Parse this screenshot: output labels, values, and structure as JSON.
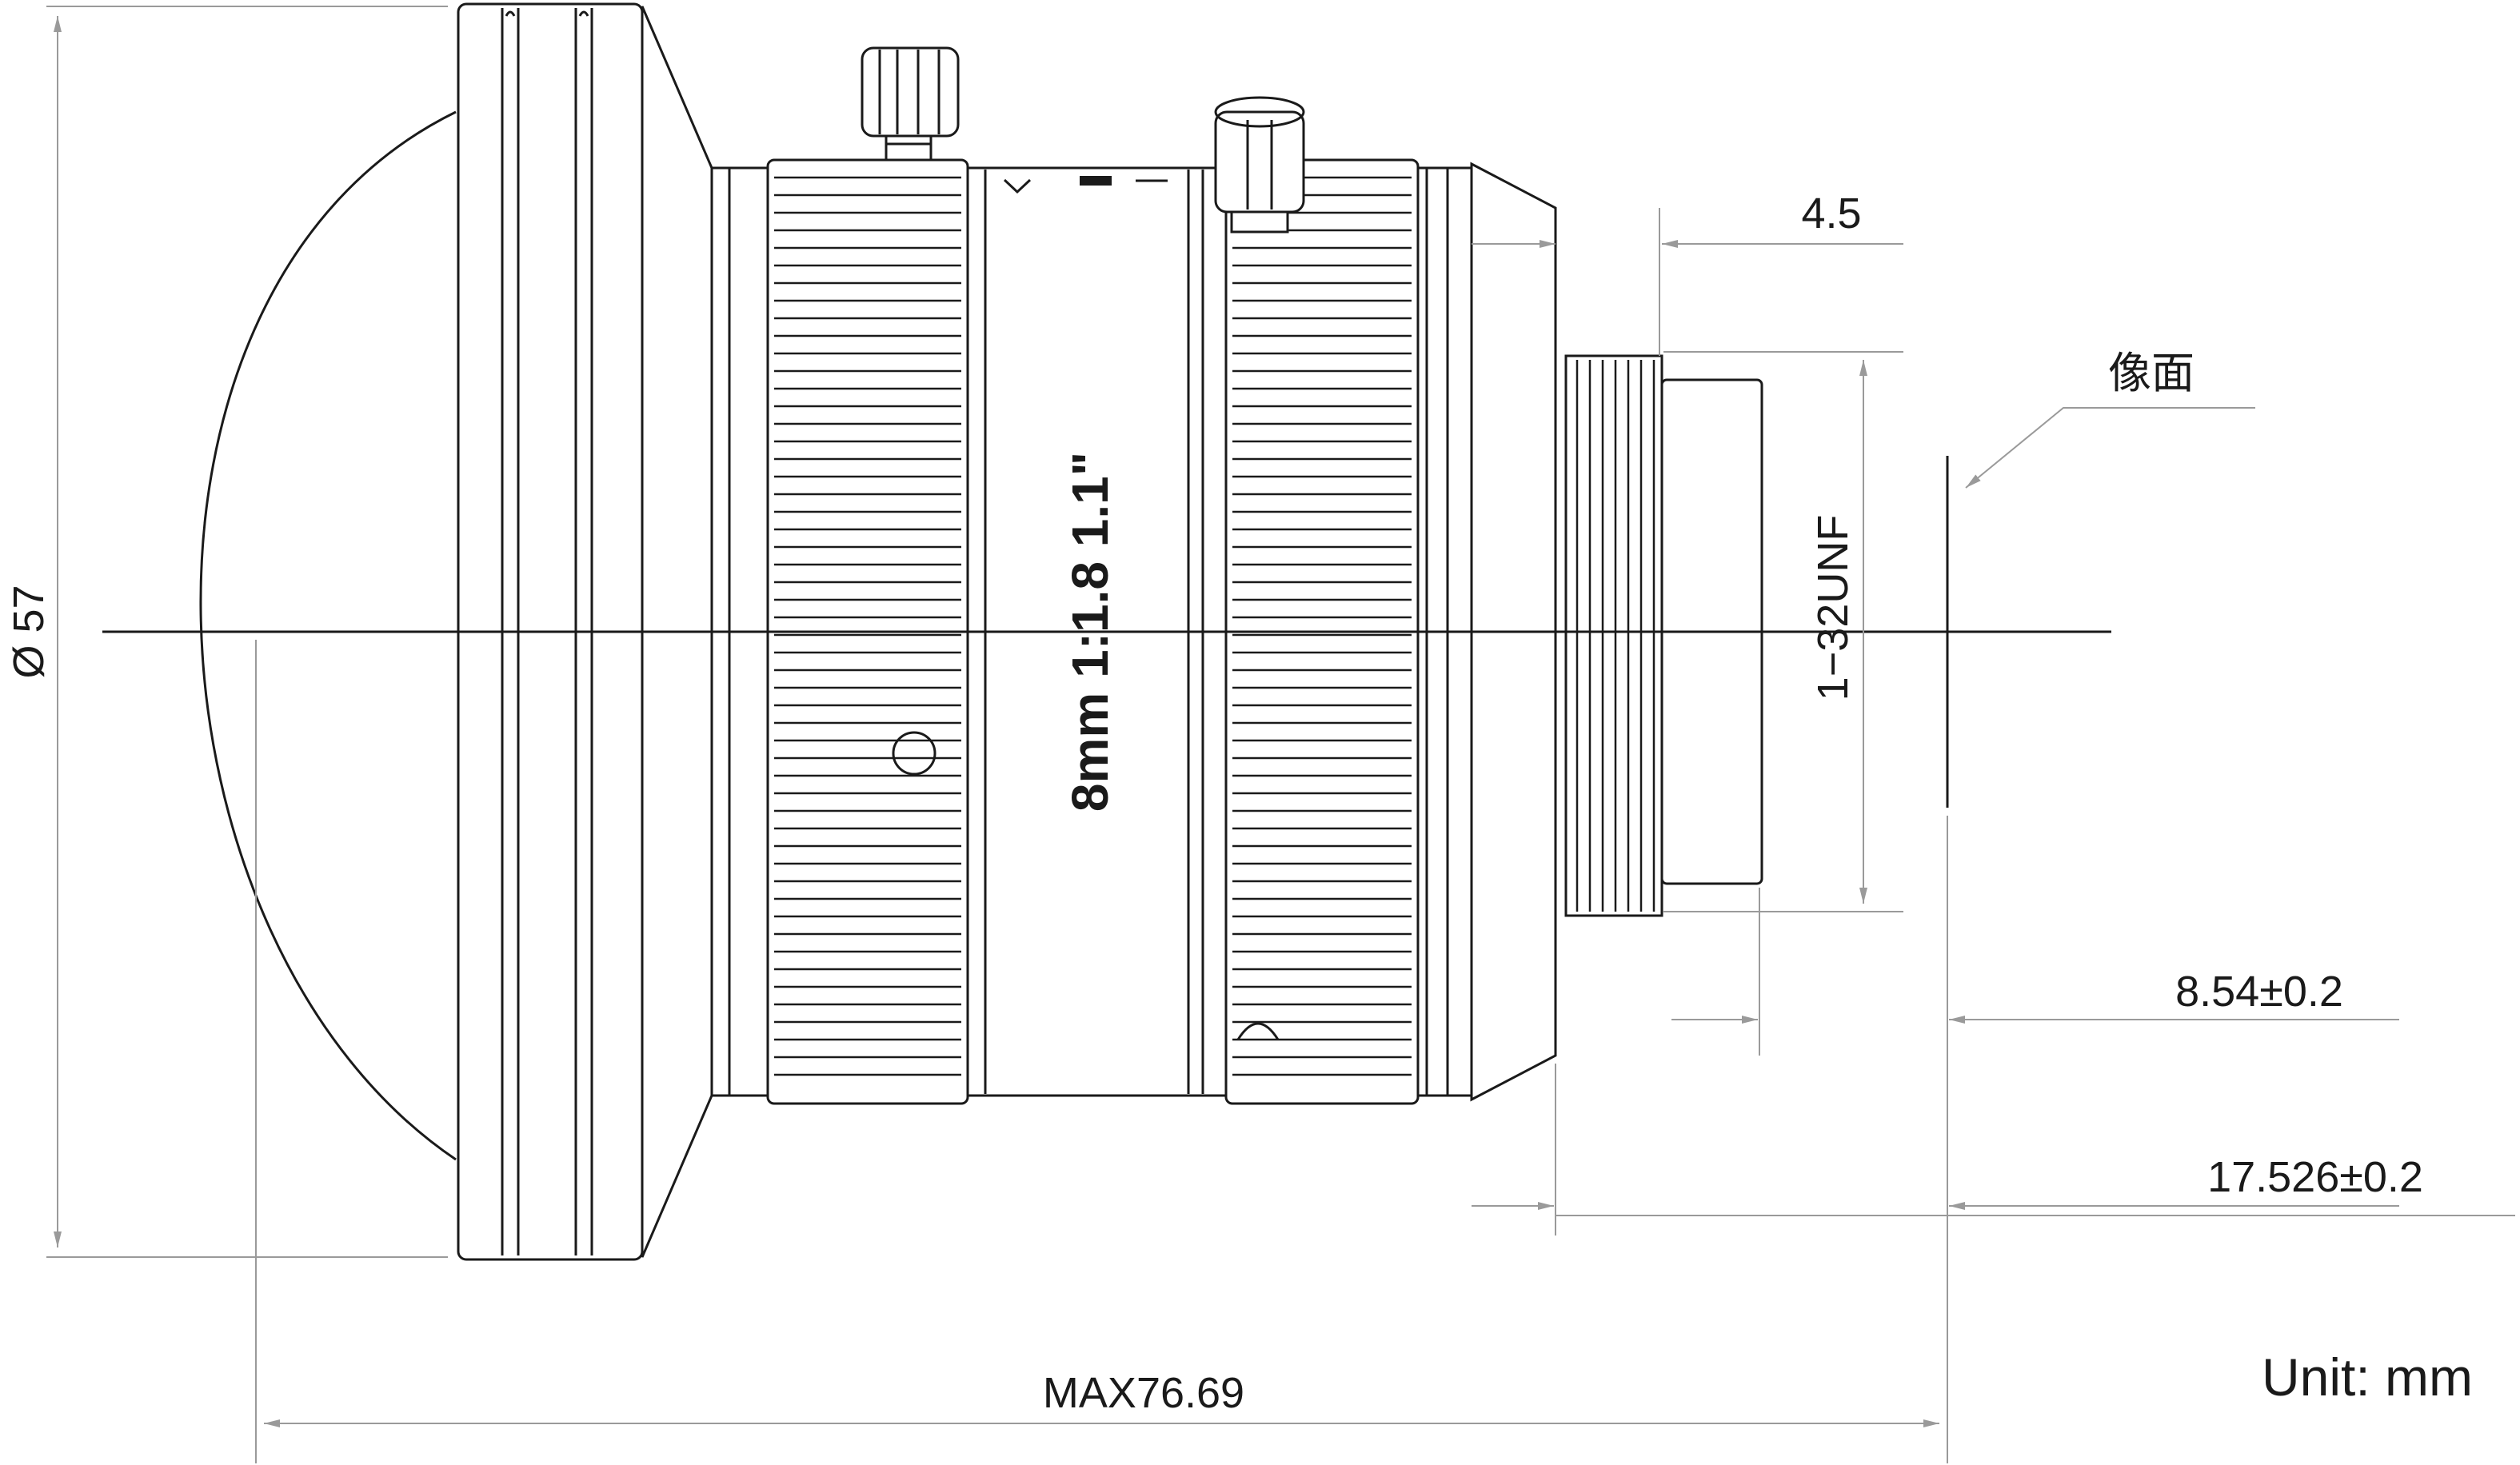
{
  "dimensions": {
    "diameter": "Ø 57",
    "back_focus": "4.5",
    "thread": "1−32UNF",
    "flange_to_image": "8.54±0.2",
    "flange_back": "17.526±0.2",
    "total_length": "MAX76.69"
  },
  "labels": {
    "image_plane": "像面",
    "unit": "Unit: mm"
  },
  "lens_marking": "8mm 1:1.8 1.1\""
}
